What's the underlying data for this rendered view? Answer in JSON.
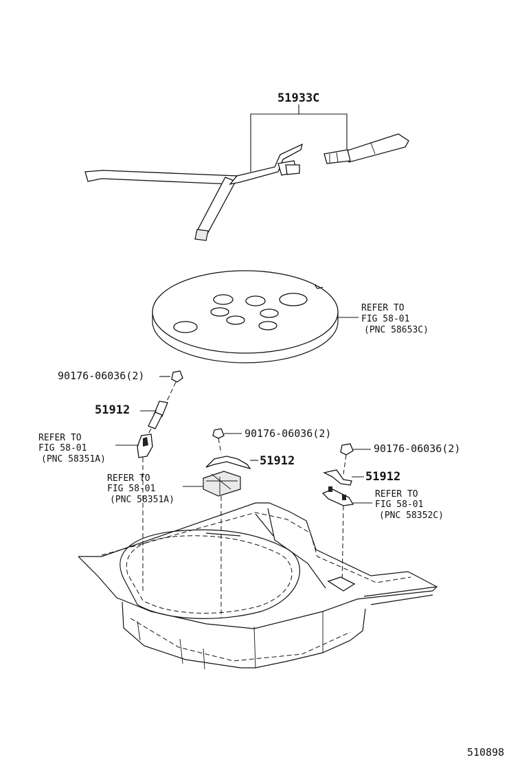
{
  "callouts": {
    "strap_part": "51933C",
    "bolt_1": "90176-06036(2)",
    "bracket_1": "51912",
    "bolt_2": "90176-06036(2)",
    "bracket_2": "51912",
    "bolt_3": "90176-06036(2)",
    "bracket_3": "51912"
  },
  "references": {
    "cover": {
      "line1": "REFER TO",
      "line2": "FIG 58-01",
      "line3": "(PNC 58653C)"
    },
    "left_clip": {
      "line1": "REFER TO",
      "line2": "FIG 58-01",
      "line3": "(PNC 58351A)"
    },
    "center_block": {
      "line1": "REFER TO",
      "line2": "FIG 58-01",
      "line3": "(PNC 58351A)"
    },
    "right_hook": {
      "line1": "REFER TO",
      "line2": "FIG 58-01",
      "line3": "(PNC 58352C)"
    }
  },
  "figure_number": "510898"
}
